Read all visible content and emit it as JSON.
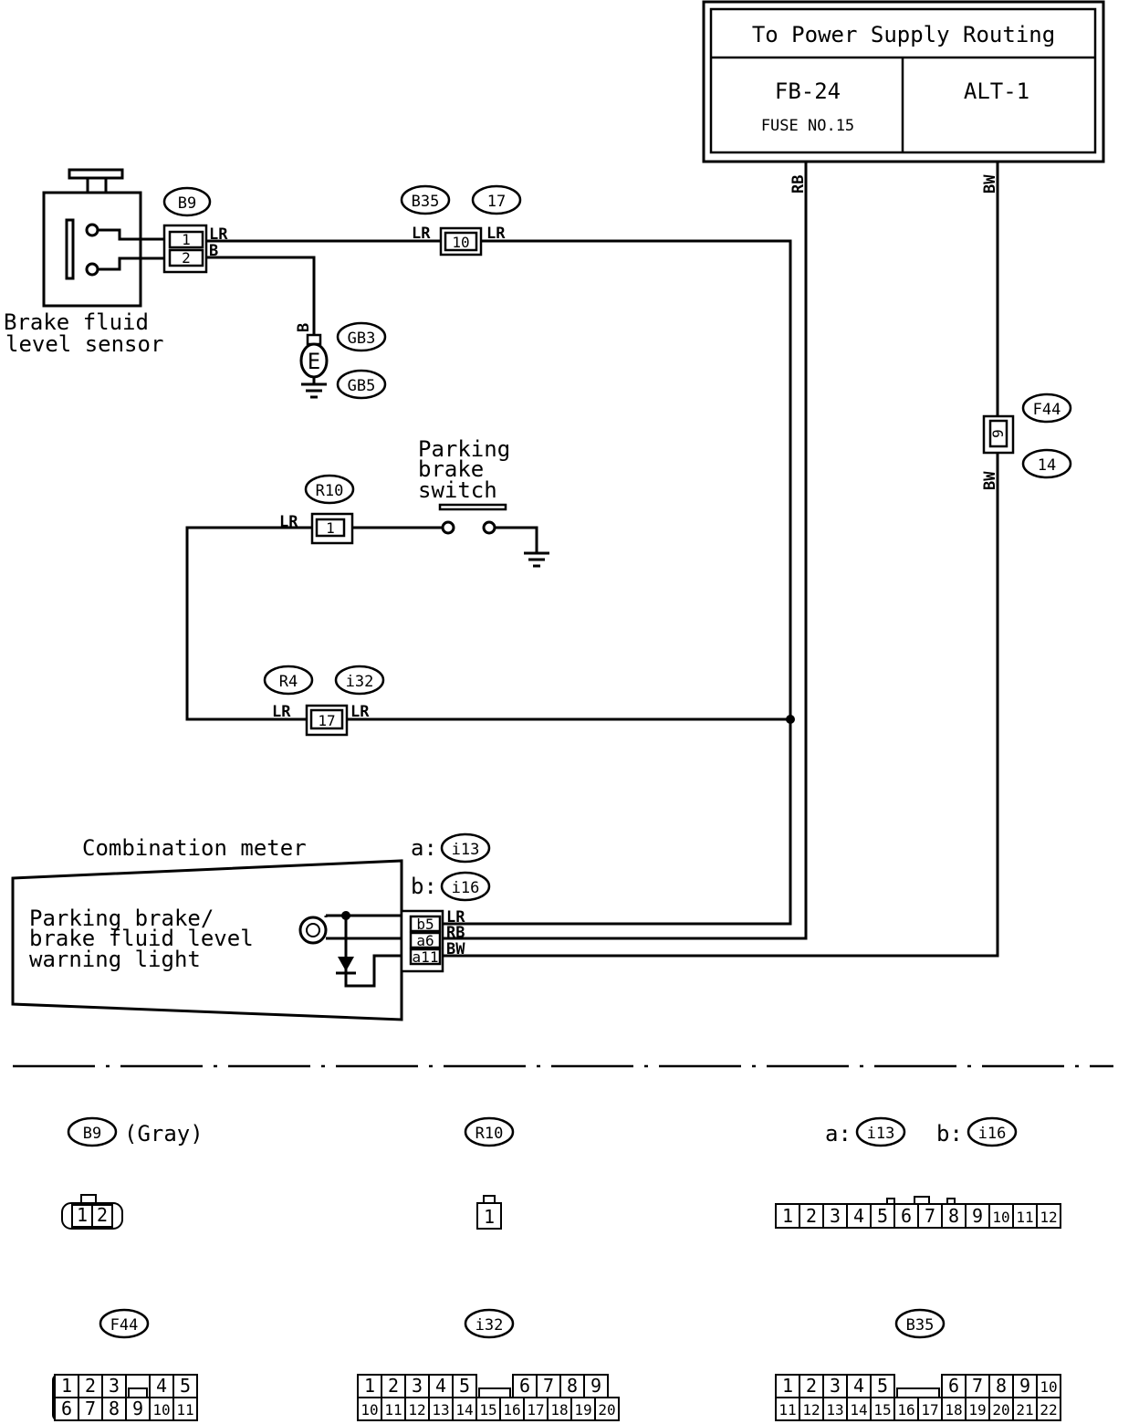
{
  "power_box": {
    "title": "To Power Supply Routing",
    "left": "FB-24",
    "left_sub": "FUSE NO.15",
    "right": "ALT-1"
  },
  "components": {
    "brake_fluid_sensor": [
      "Brake fluid",
      "level sensor"
    ],
    "parking_brake_switch": [
      "Parking",
      "brake",
      "switch"
    ],
    "combination_meter": "Combination meter",
    "warning_light": [
      "Parking brake/",
      "brake fluid level",
      "warning light"
    ],
    "ground_symbol": "E"
  },
  "connectors": {
    "b9": "B9",
    "b35": "B35",
    "c17": "17",
    "gb3": "GB3",
    "gb5": "GB5",
    "f44": "F44",
    "c14": "14",
    "r10": "R10",
    "r4": "R4",
    "i32": "i32",
    "i13": "i13",
    "i16": "i16",
    "prefix_a": "a:",
    "prefix_b": "b:"
  },
  "pins": {
    "b9_1": "1",
    "b9_2": "2",
    "b35": "10",
    "r10": "1",
    "r4": "17",
    "f44": "9",
    "meter_b5": "b5",
    "meter_a6": "a6",
    "meter_a11": "a11"
  },
  "wires": {
    "lr": "LR",
    "b": "B",
    "rb": "RB",
    "bw": "BW"
  },
  "legend": {
    "b9_color": "(Gray)",
    "b9_pins": [
      "1",
      "2"
    ],
    "r10_pins": [
      "1"
    ],
    "i13_pins": [
      "1",
      "2",
      "3",
      "4",
      "5",
      "6",
      "7",
      "8",
      "9",
      "10",
      "11",
      "12"
    ],
    "f44_top": [
      "1",
      "2",
      "3",
      "",
      "4",
      "5"
    ],
    "f44_bottom": [
      "6",
      "7",
      "8",
      "9",
      "10",
      "11"
    ],
    "i32_top": [
      "1",
      "2",
      "3",
      "4",
      "5",
      "",
      "6",
      "7",
      "8",
      "9"
    ],
    "i32_bottom": [
      "10",
      "11",
      "12",
      "13",
      "14",
      "15",
      "16",
      "17",
      "18",
      "19",
      "20"
    ],
    "b35_top": [
      "1",
      "2",
      "3",
      "4",
      "5",
      "",
      "6",
      "7",
      "8",
      "9",
      "10"
    ],
    "b35_bottom": [
      "11",
      "12",
      "13",
      "14",
      "15",
      "16",
      "17",
      "18",
      "19",
      "20",
      "21",
      "22"
    ]
  }
}
